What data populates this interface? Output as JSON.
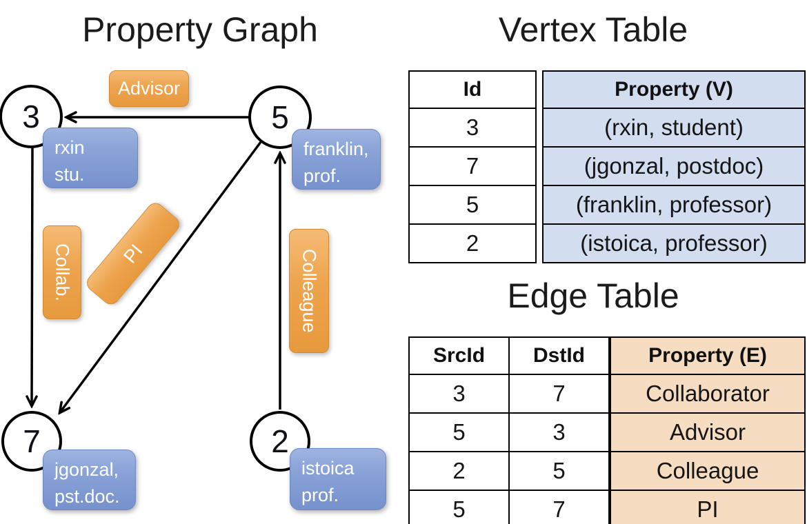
{
  "graph": {
    "title": "Property Graph",
    "nodes": [
      {
        "id": "3"
      },
      {
        "id": "5"
      },
      {
        "id": "7"
      },
      {
        "id": "2"
      }
    ],
    "cards": [
      {
        "line1": "rxin",
        "line2": "stu."
      },
      {
        "line1": "franklin,",
        "line2": "prof."
      },
      {
        "line1": "jgonzal,",
        "line2": "pst.doc."
      },
      {
        "line1": "istoica",
        "line2": "prof."
      }
    ],
    "edge_labels": {
      "advisor": "Advisor",
      "collab": "Collab.",
      "pi": "PI",
      "colleague": "Colleague"
    }
  },
  "vertex_table": {
    "title": "Vertex Table",
    "headers": {
      "id": "Id",
      "property": "Property (V)"
    },
    "rows": [
      {
        "id": "3",
        "property": "(rxin, student)"
      },
      {
        "id": "7",
        "property": "(jgonzal, postdoc)"
      },
      {
        "id": "5",
        "property": "(franklin, professor)"
      },
      {
        "id": "2",
        "property": "(istoica, professor)"
      }
    ]
  },
  "edge_table": {
    "title": "Edge Table",
    "headers": {
      "src": "SrcId",
      "dst": "DstId",
      "property": "Property (E)"
    },
    "rows": [
      {
        "src": "3",
        "dst": "7",
        "property": "Collaborator"
      },
      {
        "src": "5",
        "dst": "3",
        "property": "Advisor"
      },
      {
        "src": "2",
        "dst": "5",
        "property": "Colleague"
      },
      {
        "src": "5",
        "dst": "7",
        "property": "PI"
      }
    ]
  },
  "colors": {
    "edge_label_orange_top": "#F5BB74",
    "edge_label_orange_bottom": "#E8993D",
    "vertex_card_blue_top": "#9FB4E1",
    "vertex_card_blue_bottom": "#7691CD",
    "vertex_property_cell_bg": "#D3DDF0",
    "edge_property_cell_bg": "#F6DDC1",
    "line_black": "#000000"
  }
}
